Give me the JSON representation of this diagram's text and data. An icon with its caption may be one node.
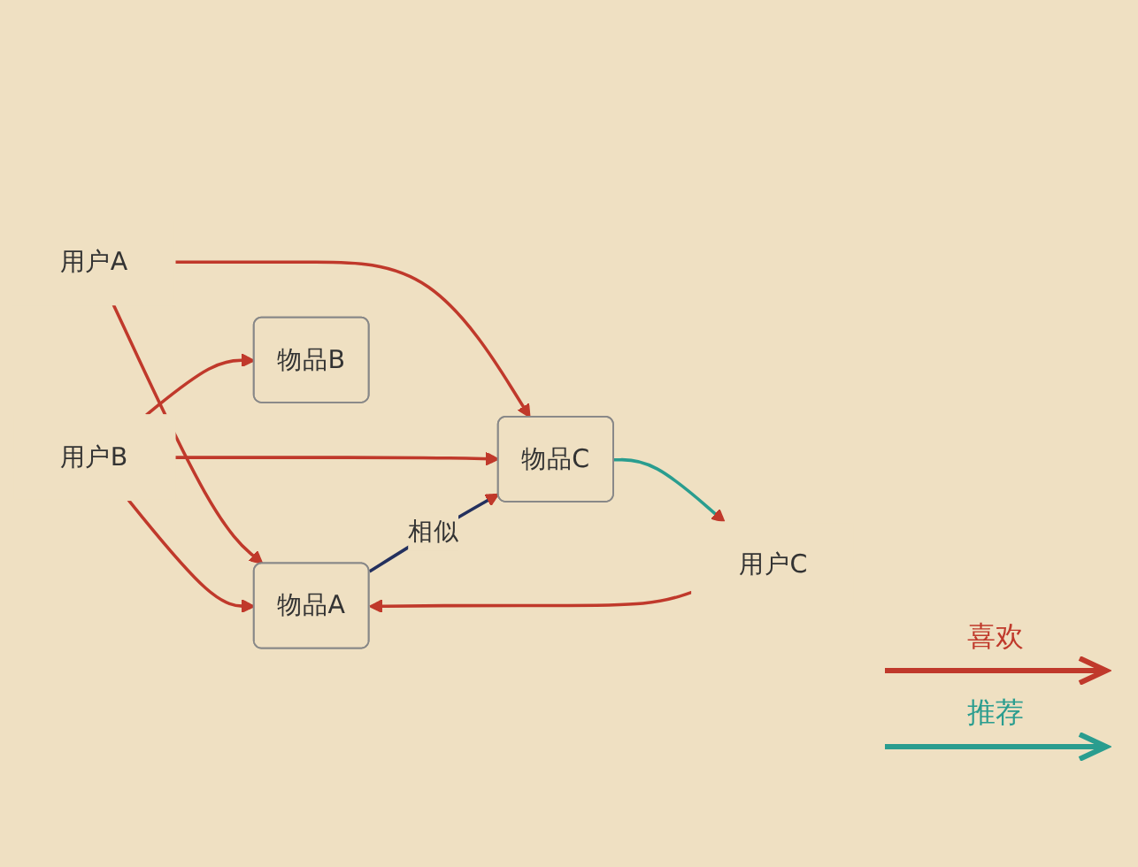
{
  "diagram": {
    "nodes": [
      {
        "text": [
          "用户A"
        ]
      },
      {
        "text": [
          "用户B"
        ]
      },
      {
        "text": [
          "用户C"
        ]
      },
      {
        "text": [
          "物品A"
        ]
      },
      {
        "text": [
          "物品B"
        ]
      },
      {
        "text": [
          "物品C"
        ]
      }
    ],
    "edges": [
      {
        "from": 0,
        "to": 3,
        "arrow": "to"
      },
      {
        "from": 0,
        "to": 5,
        "arrow": "to"
      },
      {
        "from": 1,
        "to": 3,
        "arrow": "to"
      },
      {
        "from": 1,
        "to": 4,
        "arrow": "to"
      },
      {
        "from": 1,
        "to": 5,
        "arrow": "to"
      },
      {
        "from": 2,
        "to": 3,
        "arrow": "to"
      },
      {
        "from": 3,
        "to": 5,
        "label": "相似",
        "arrow": "to",
        "color": "#23305e"
      },
      {
        "from": 5,
        "to": 2,
        "arrow": "to",
        "color": "#2a9d8f"
      }
    ],
    "legend": [
      {
        "text": "喜欢"
      },
      {
        "text": "推荐"
      }
    ]
  }
}
